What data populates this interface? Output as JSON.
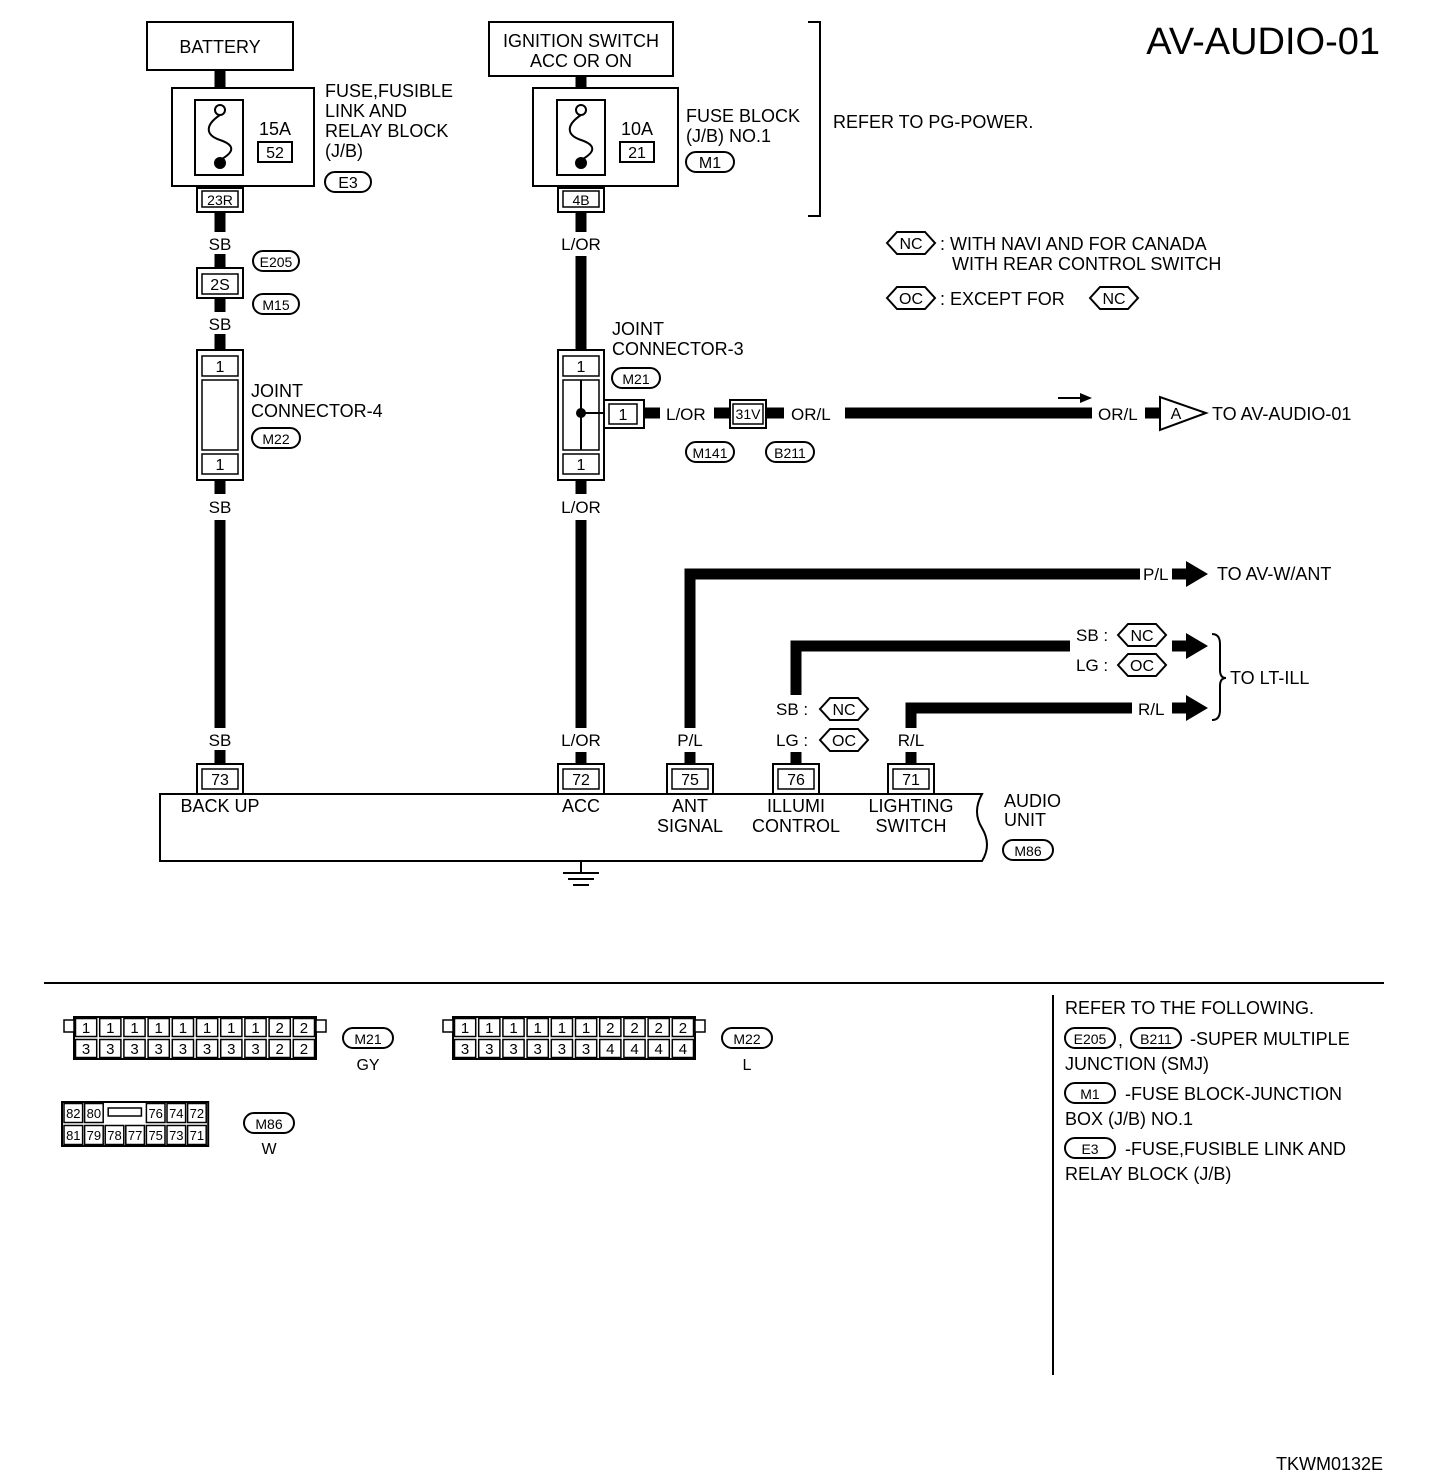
{
  "title": "AV-AUDIO-01",
  "figure_id": "TKWM0132E",
  "sources": {
    "battery": "BATTERY",
    "ignition_line1": "IGNITION SWITCH",
    "ignition_line2": "ACC OR ON"
  },
  "fuse_left": {
    "amps": "15A",
    "number": "52",
    "label_lines": [
      "FUSE,FUSIBLE",
      "LINK AND",
      "RELAY BLOCK",
      "(J/B)"
    ],
    "connector": "E3",
    "terminal": "23R"
  },
  "fuse_right": {
    "amps": "10A",
    "number": "21",
    "label_lines": [
      "FUSE BLOCK",
      "(J/B) NO.1"
    ],
    "connector": "M1",
    "terminal": "4B"
  },
  "refer_pg": "REFER TO PG-POWER.",
  "legend": {
    "nc_tag": "NC",
    "nc_line1": ": WITH NAVI AND FOR CANADA",
    "nc_line2": "WITH REAR CONTROL SWITCH",
    "oc_tag": "OC",
    "oc_text": ": EXCEPT FOR"
  },
  "wires": {
    "sb": "SB",
    "lor": "L/OR",
    "orl": "OR/L",
    "pl": "P/L",
    "rl": "R/L",
    "lg": "LG",
    "sb_colon": "SB :",
    "lg_colon": "LG :"
  },
  "connectors": {
    "e205": "E205",
    "m15": "M15",
    "pin_2s": "2S",
    "jc4_line1": "JOINT",
    "jc4_line2": "CONNECTOR-4",
    "m22": "M22",
    "jc3_line1": "JOINT",
    "jc3_line2": "CONNECTOR-3",
    "m21": "M21",
    "pin_1": "1",
    "m141": "M141",
    "b211": "B211",
    "pin_31v": "31V"
  },
  "destinations": {
    "a_tag": "A",
    "to_av_audio": "TO AV-AUDIO-01",
    "to_av_want": "TO AV-W/ANT",
    "to_lt_ill": "TO LT-ILL"
  },
  "audio_unit": {
    "label_line1": "AUDIO",
    "label_line2": "UNIT",
    "connector": "M86",
    "terminals": [
      {
        "pin": "73",
        "wire": "SB",
        "name1": "BACK UP",
        "name2": ""
      },
      {
        "pin": "72",
        "wire": "L/OR",
        "name1": "ACC",
        "name2": ""
      },
      {
        "pin": "75",
        "wire": "P/L",
        "name1": "ANT",
        "name2": "SIGNAL"
      },
      {
        "pin": "76",
        "wire": "",
        "name1": "ILLUMI",
        "name2": "CONTROL"
      },
      {
        "pin": "71",
        "wire": "R/L",
        "name1": "LIGHTING",
        "name2": "SWITCH"
      }
    ]
  },
  "connector_views": {
    "m21": {
      "id": "M21",
      "color": "GY",
      "top": [
        "1",
        "1",
        "1",
        "1",
        "1",
        "1",
        "1",
        "1",
        "2",
        "2"
      ],
      "bottom": [
        "3",
        "3",
        "3",
        "3",
        "3",
        "3",
        "3",
        "3",
        "2",
        "2"
      ]
    },
    "m22": {
      "id": "M22",
      "color": "L",
      "top": [
        "1",
        "1",
        "1",
        "1",
        "1",
        "1",
        "2",
        "2",
        "2",
        "2"
      ],
      "bottom": [
        "3",
        "3",
        "3",
        "3",
        "3",
        "3",
        "4",
        "4",
        "4",
        "4"
      ]
    },
    "m86": {
      "id": "M86",
      "color": "W",
      "top": [
        "82",
        "80",
        "",
        "",
        "",
        "76",
        "74",
        "72"
      ],
      "bottom": [
        "81",
        "79",
        "78",
        "77",
        "75",
        "73",
        "71"
      ]
    }
  },
  "refer_box": {
    "heading": "REFER TO THE FOLLOWING.",
    "e205": "E205",
    "b211": "B211",
    "smj_line1": "-SUPER MULTIPLE",
    "smj_line2": "JUNCTION (SMJ)",
    "m1": "M1",
    "m1_line1": "-FUSE BLOCK-JUNCTION",
    "m1_line2": "BOX (J/B) NO.1",
    "e3": "E3",
    "e3_line1": "-FUSE,FUSIBLE LINK AND",
    "e3_line2": "RELAY BLOCK (J/B)"
  }
}
